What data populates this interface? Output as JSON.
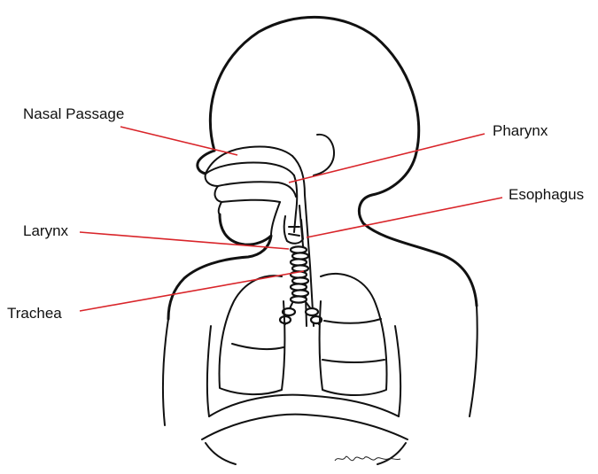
{
  "diagram": {
    "labels": {
      "nasal_passage": "Nasal Passage",
      "pharynx": "Pharynx",
      "esophagus": "Esophagus",
      "larynx": "Larynx",
      "trachea": "Trachea"
    },
    "colors": {
      "leader": "#d9252a",
      "outline": "#111111",
      "background": "#ffffff"
    }
  }
}
